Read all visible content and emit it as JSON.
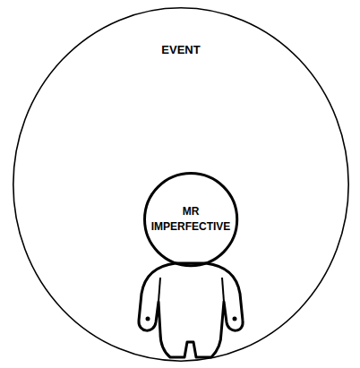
{
  "diagram": {
    "nodes": [
      {
        "text": [
          "EVENT"
        ]
      },
      {
        "text": [
          "MR IMPERFECTIVE"
        ],
        "in": 0
      }
    ]
  }
}
